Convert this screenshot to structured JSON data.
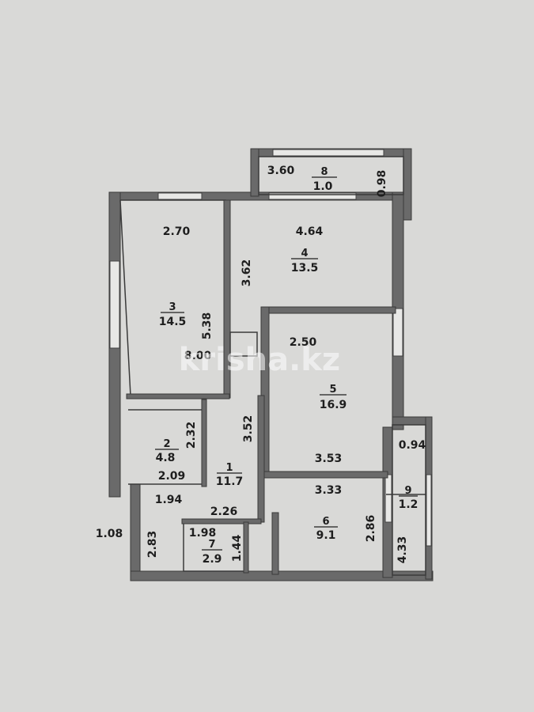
{
  "watermark": "krisha.kz",
  "rooms": [
    {
      "id": "room-1",
      "number": "1",
      "area": "11.7"
    },
    {
      "id": "room-2",
      "number": "2",
      "area": "4.8"
    },
    {
      "id": "room-3",
      "number": "3",
      "area": "14.5"
    },
    {
      "id": "room-4",
      "number": "4",
      "area": "13.5"
    },
    {
      "id": "room-5",
      "number": "5",
      "area": "16.9"
    },
    {
      "id": "room-6",
      "number": "6",
      "area": "9.1"
    },
    {
      "id": "room-7",
      "number": "7",
      "area": "2.9"
    },
    {
      "id": "room-8",
      "number": "8",
      "area": "1.0"
    },
    {
      "id": "room-9",
      "number": "9",
      "area": "1.2"
    }
  ],
  "dimensions": {
    "balcony_top_width": "3.60",
    "balcony_top_depth": "0.98",
    "room3_width": "2.70",
    "room3_height": "5.38",
    "room3_inner": "8.00",
    "room4_width": "4.64",
    "room4_height": "3.62",
    "room5_width": "2.50",
    "room5_bottom": "3.53",
    "hall_height": "3.52",
    "room2_height": "2.32",
    "room2_width": "2.09",
    "hall_bottom_left": "1.94",
    "hall_bottom": "2.26",
    "room7_width": "1.98",
    "room7_height": "1.44",
    "left_stub": "1.08",
    "left_stub_height": "2.83",
    "room6_width": "3.33",
    "room6_height": "2.86",
    "balcony_right_width": "0.94",
    "balcony_right_height": "4.33"
  }
}
